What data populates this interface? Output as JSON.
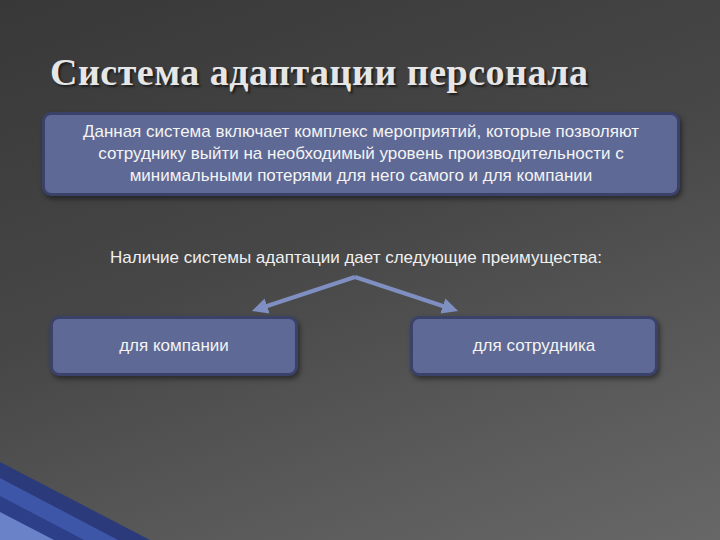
{
  "diagram": {
    "title": "Система адаптации персонала",
    "nodes": [
      {
        "text": [
          "Данная система включает комплекс мероприятий, которые позволяют сотруднику выйти на необходимый уровень производительности с минимальными потерями для него самого и для компании"
        ]
      },
      {
        "text": [
          "для компании"
        ]
      },
      {
        "text": [
          "для сотрудника"
        ]
      }
    ],
    "labels": [
      "Наличие системы адаптации дает следующие преимущества:"
    ]
  }
}
